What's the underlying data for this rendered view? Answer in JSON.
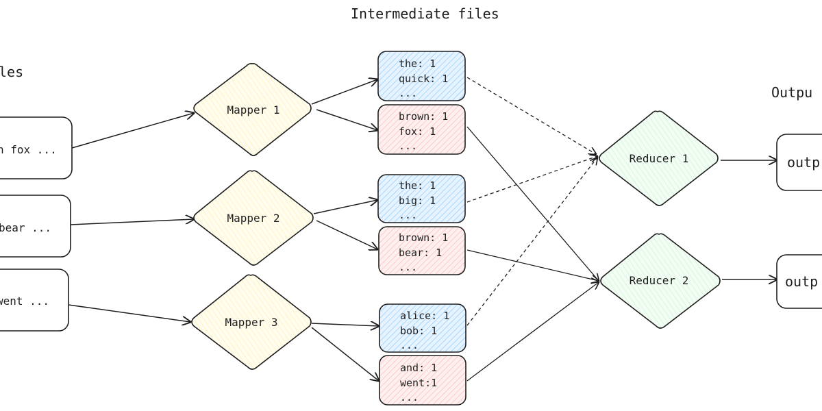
{
  "headers": {
    "input": "les",
    "intermediate": "Intermediate files",
    "output": "Outpu"
  },
  "inputs": [
    {
      "text": "n fox ..."
    },
    {
      "text": "bear ..."
    },
    {
      "text": "went ..."
    }
  ],
  "mappers": [
    {
      "label": "Mapper 1"
    },
    {
      "label": "Mapper 2"
    },
    {
      "label": "Mapper 3"
    }
  ],
  "intermediate": [
    {
      "color": "blue",
      "lines": [
        "the: 1",
        "quick: 1",
        "..."
      ]
    },
    {
      "color": "red",
      "lines": [
        "brown: 1",
        "fox: 1",
        "..."
      ]
    },
    {
      "color": "blue",
      "lines": [
        "the: 1",
        "big: 1",
        "..."
      ]
    },
    {
      "color": "red",
      "lines": [
        "brown: 1",
        "bear: 1",
        "..."
      ]
    },
    {
      "color": "blue",
      "lines": [
        "alice: 1",
        "bob: 1",
        "..."
      ]
    },
    {
      "color": "red",
      "lines": [
        "and: 1",
        "went:1",
        "..."
      ]
    }
  ],
  "reducers": [
    {
      "label": "Reducer 1"
    },
    {
      "label": "Reducer 2"
    }
  ],
  "outputs": [
    {
      "text": "outp"
    },
    {
      "text": "outp"
    }
  ],
  "colors": {
    "stroke": "#1e1e1e",
    "mapper_fill": "#fff3bf",
    "reducer_fill": "#d3f9d8",
    "blue_fill": "#a5d8ff",
    "red_fill": "#ffc9c9"
  }
}
